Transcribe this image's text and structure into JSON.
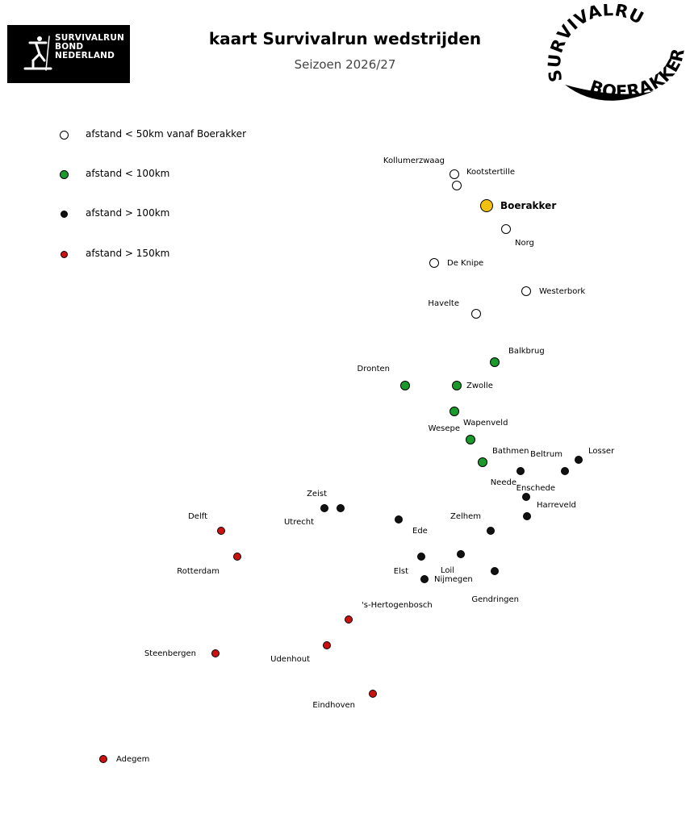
{
  "header": {
    "title": "kaart Survivalrun wedstrijden",
    "subtitle": "Seizoen 2026/27"
  },
  "logo_left": {
    "line1": "SURVIVALRUN",
    "line2": "BOND",
    "line3": "NEDERLAND"
  },
  "logo_right": {
    "top_text": "SURVIVALRUN",
    "bottom_text": "BOERAKKER"
  },
  "legend": [
    {
      "label": "afstand < 50km vanaf Boerakker",
      "category": "lt50"
    },
    {
      "label": "afstand < 100km",
      "category": "lt100"
    },
    {
      "label": "afstand > 100km",
      "category": "gt100"
    },
    {
      "label": "afstand > 150km",
      "category": "gt150"
    }
  ],
  "colors": {
    "lt50": "#ffffff",
    "lt100": "#1a9a2a",
    "gt100": "#111111",
    "gt150": "#cc1111",
    "home": "#f2c010"
  },
  "map": {
    "home": {
      "name": "Boerakker",
      "category": "home"
    },
    "locations": [
      {
        "name": "Kollumerzwaag",
        "category": "lt50"
      },
      {
        "name": "Kootstertille",
        "category": "lt50"
      },
      {
        "name": "Norg",
        "category": "lt50"
      },
      {
        "name": "De Knipe",
        "category": "lt50"
      },
      {
        "name": "Westerbork",
        "category": "lt50"
      },
      {
        "name": "Havelte",
        "category": "lt50"
      },
      {
        "name": "Balkbrug",
        "category": "lt100"
      },
      {
        "name": "Dronten",
        "category": "lt100"
      },
      {
        "name": "Zwolle",
        "category": "lt100"
      },
      {
        "name": "Wapenveld",
        "category": "lt100"
      },
      {
        "name": "Wesepe",
        "category": "lt100"
      },
      {
        "name": "Bathmen",
        "category": "lt100"
      },
      {
        "name": "Beltrum",
        "category": "gt100"
      },
      {
        "name": "Losser",
        "category": "gt100"
      },
      {
        "name": "Neede",
        "category": "gt100"
      },
      {
        "name": "Enschede",
        "category": "gt100"
      },
      {
        "name": "Harreveld",
        "category": "gt100"
      },
      {
        "name": "Zeist",
        "category": "gt100"
      },
      {
        "name": "Utrecht",
        "category": "gt100"
      },
      {
        "name": "Ede",
        "category": "gt100"
      },
      {
        "name": "Zelhem",
        "category": "gt100"
      },
      {
        "name": "Loil",
        "category": "gt100"
      },
      {
        "name": "Elst",
        "category": "gt100"
      },
      {
        "name": "Nijmegen",
        "category": "gt100"
      },
      {
        "name": "Gendringen",
        "category": "gt100"
      },
      {
        "name": "Delft",
        "category": "gt150"
      },
      {
        "name": "Rotterdam",
        "category": "gt150"
      },
      {
        "name": "'s-Hertogenbosch",
        "category": "gt150"
      },
      {
        "name": "Steenbergen",
        "category": "gt150"
      },
      {
        "name": "Udenhout",
        "category": "gt150"
      },
      {
        "name": "Eindhoven",
        "category": "gt150"
      },
      {
        "name": "Adegem",
        "category": "gt150"
      }
    ]
  }
}
